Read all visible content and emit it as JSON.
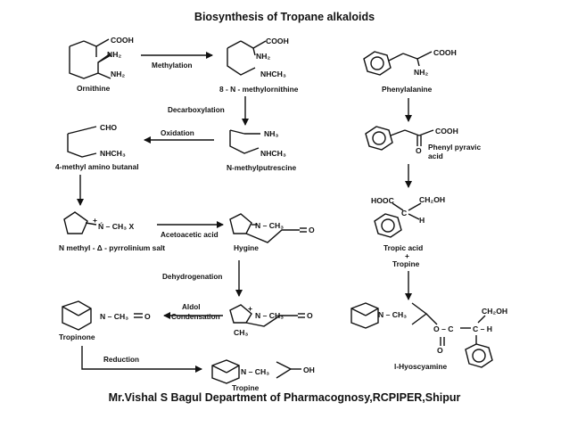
{
  "title": "Biosynthesis of Tropane alkaloids",
  "footer": "Mr.Vishal S Bagul  Department of  Pharmacognosy,RCPIPER,Shipur",
  "compounds": {
    "ornithine": "Ornithine",
    "methylornithine": "8 - N - methylornithine",
    "phenylalanine": "Phenylalanine",
    "methylputrescine": "N-methylputrescine",
    "methylaminobutanal": "4-methyl amino butanal",
    "phenylpyruvic": "Phenyl pyravic",
    "phenylpyruvic_2": "acid",
    "pyrrolinium": "N methyl - Δ - pyrrolinium salt",
    "hygrine": "Hygine",
    "tropic_acid": "Tropic acid",
    "tropic_plus": "+",
    "tropine_reactant": "Tropine",
    "tropinone": "Tropinone",
    "tropine": "Tropine",
    "hyoscyamine": "l-Hyoscyamine"
  },
  "reactions": {
    "methylation": "Methylation",
    "decarboxylation": "Decarboxylation",
    "oxidation": "Oxidation",
    "acetoacetic": "Acetoacetic acid",
    "dehydrogenation": "Dehydrogenation",
    "aldol_1": "Aldol",
    "aldol_2": "Condensation",
    "reduction": "Reduction"
  },
  "groups": {
    "cooh": "COOH",
    "nh2": "NH₂",
    "nhch3": "NHCH₃",
    "nh3": "NH₃",
    "cho": "CHO",
    "n_ch3_x": "Ń – CH₃ X",
    "n_ch3": "N – CH₃",
    "n_plus": "+",
    "hooc": "HOOC",
    "ch2oh": "CH₂OH",
    "c": "C",
    "h": "H",
    "o": "O",
    "oh": "OH",
    "ch3": "CH₃",
    "ch3_n": "N – CH₃",
    "ch2oh_b": "CH₂OH",
    "c_h": "C – H",
    "o_c": "O – C"
  }
}
